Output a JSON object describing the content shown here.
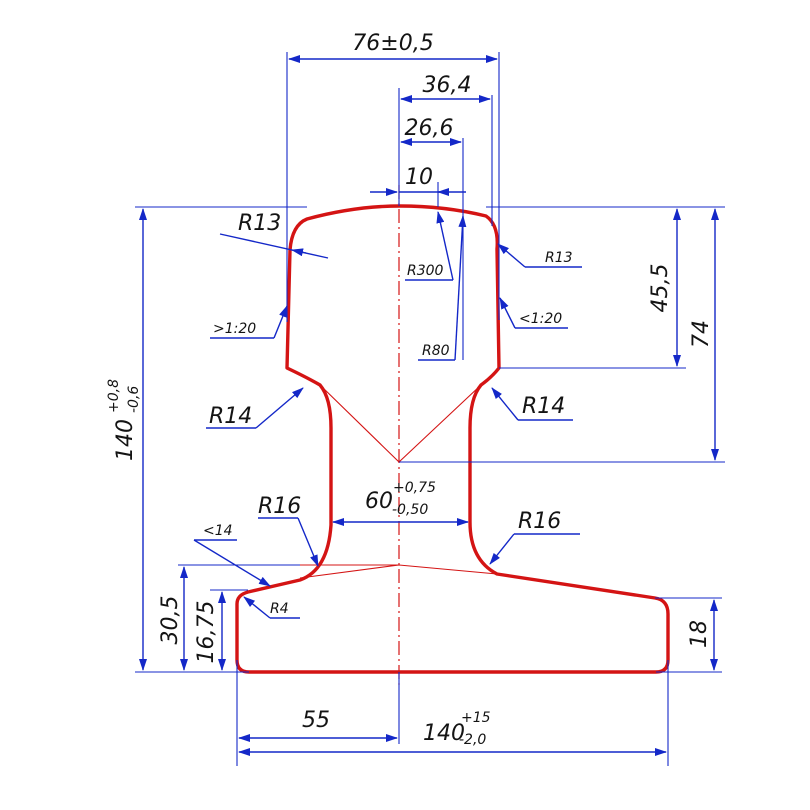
{
  "colors": {
    "profile": "#d41414",
    "dimension": "#1428c8",
    "text": "#141414"
  },
  "dims": {
    "head_width": "76±0,5",
    "w36": "36,4",
    "w26": "26,6",
    "w10": "10",
    "h45": "45,5",
    "h74": "74",
    "h18": "18",
    "h30": "30,5",
    "h16": "16,75",
    "base_half": "55",
    "total_height": {
      "base": "140",
      "upper": "+0,8",
      "lower": "-0,6"
    },
    "web_width": {
      "base": "60",
      "upper": "+0,75",
      "lower": "-0,50"
    },
    "base_width": {
      "base": "140",
      "upper": "+15",
      "lower": "-2,0"
    }
  },
  "radii": {
    "r13_left": "R13",
    "r13_right": "R13",
    "r300": "R300",
    "r80": "R80",
    "r14_left": "R14",
    "r14_right": "R14",
    "r16_left": "R16",
    "r16_right": "R16",
    "r4": "R4"
  },
  "slopes": {
    "left": ">1:20",
    "right": "<1:20",
    "base_angle": "<14"
  }
}
